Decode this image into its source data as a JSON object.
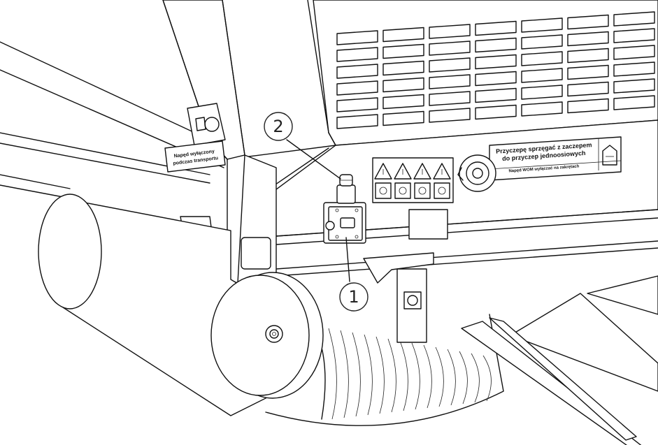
{
  "callouts": [
    {
      "number": "1"
    },
    {
      "number": "2"
    }
  ],
  "labels": {
    "side_plate_line1": "Napęd wyłączony",
    "side_plate_line2": "podczas transportu",
    "hitch_line1": "Przyczepę sprzęgać z zaczepem",
    "hitch_line2": "do przyczep jednoosiowych",
    "pto_notice": "Napęd WOM wyłączać na zakrętach"
  },
  "icons": [
    "warning-triangle-icon",
    "rotating-parts-icon",
    "pto-shaft-icon",
    "crush-hazard-icon",
    "hitch-coupling-icon",
    "manual-book-icon"
  ]
}
